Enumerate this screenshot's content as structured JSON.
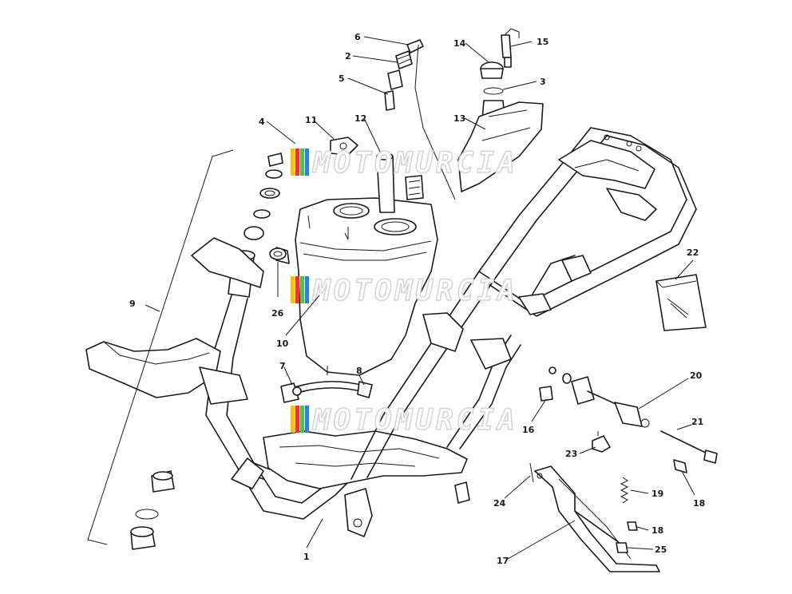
{
  "diagram": {
    "callouts": [
      "1",
      "2",
      "3",
      "4",
      "5",
      "6",
      "7",
      "8",
      "9",
      "10",
      "11",
      "12",
      "13",
      "14",
      "15",
      "16",
      "17",
      "18",
      "18",
      "19",
      "20",
      "21",
      "22",
      "23",
      "24",
      "25",
      "26"
    ],
    "watermark": {
      "text": "MOTOMURCIA",
      "stripe_colors": [
        "#f0c020",
        "#e23a2e",
        "#5cb85c",
        "#3a7bd5"
      ]
    }
  }
}
